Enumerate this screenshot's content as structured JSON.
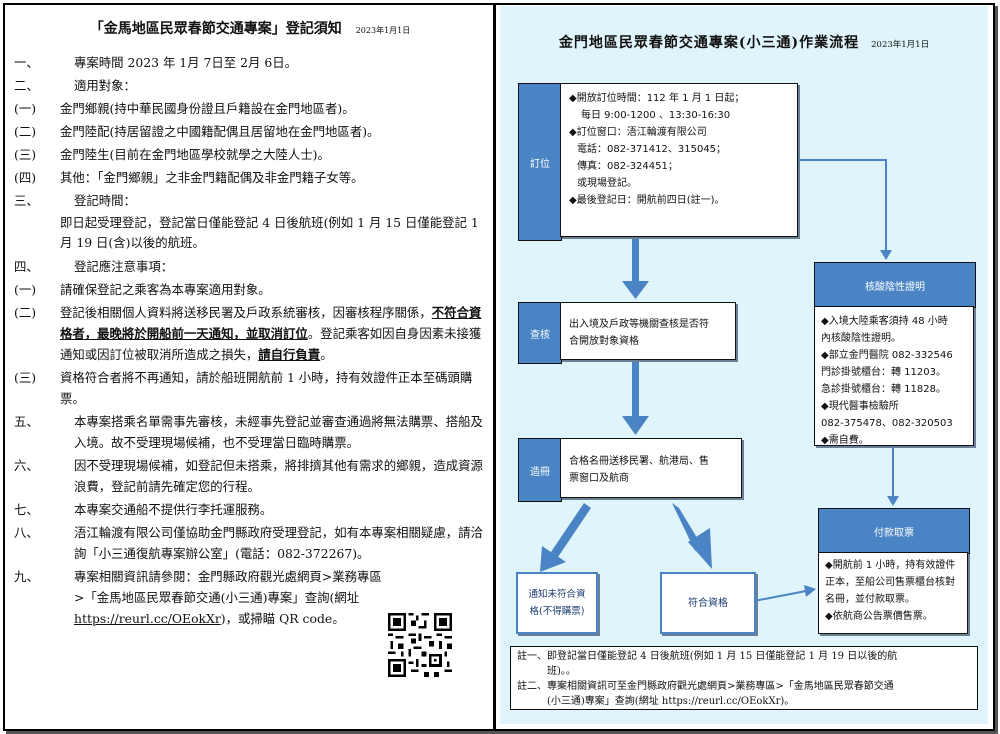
{
  "left": {
    "title": "「金馬地區民眾春節交通專案」登記須知",
    "date": "2023年1月1日",
    "s1": {
      "num": "一、",
      "text": "專案時間 2023 年 1月 7日至 2月 6日。"
    },
    "s2": {
      "num": "二、",
      "text": "適用對象："
    },
    "s2a": {
      "num": "(一)",
      "text": "金門鄉親(持中華民國身份證且戶籍設在金門地區者)。"
    },
    "s2b": {
      "num": "(二)",
      "text": "金門陸配(持居留證之中國籍配偶且居留地在金門地區者)。"
    },
    "s2c": {
      "num": "(三)",
      "text": "金門陸生(目前在金門地區學校就學之大陸人士)。"
    },
    "s2d": {
      "num": "(四)",
      "text": "其他：「金門鄉親」之非金門籍配偶及非金門籍子女等。"
    },
    "s3": {
      "num": "三、",
      "text": "登記時間："
    },
    "s3body": "即日起受理登記，登記當日僅能登記 4 日後航班(例如 1 月 15 日僅能登記 1 月 19 日(含)以後的航班。",
    "s4": {
      "num": "四、",
      "text": "登記應注意事項："
    },
    "s4a": {
      "num": "(一)",
      "text": "請確保登記之乘客為本專案適用對象。"
    },
    "s4b": {
      "num": "(二)",
      "t1": "登記後相關個人資料將送移民署及戶政系統審核，因審核程序關係，",
      "t2": "不符合資格者，最晚將於開船前一天通知，並取消訂位",
      "t3": "。登記乘客如因自身因素未接獲通知或因訂位被取消所造成之損失，",
      "t4": "請自行負責",
      "t5": "。"
    },
    "s4c": {
      "num": "(三)",
      "text": "資格符合者將不再通知，請於船班開航前 1 小時，持有效證件正本至碼頭購票。"
    },
    "s5": {
      "num": "五、",
      "text": "本專案搭乘名單需事先審核，未經事先登記並審查通過將無法購票、搭船及入境。故不受理現場候補，也不受理當日臨時購票。"
    },
    "s6": {
      "num": "六、",
      "text": "因不受理現場候補，如登記但未搭乘，將排擠其他有需求的鄉親，造成資源浪費，登記前請先確定您的行程。"
    },
    "s7": {
      "num": "七、",
      "text": "本專案交通船不提供行李托運服務。"
    },
    "s8": {
      "num": "八、",
      "text": "浯江輪渡有限公司僅協助金門縣政府受理登記，如有本專案相關疑慮，請洽詢「小三通復航專案辦公室」(電話：082-372267)。"
    },
    "s9": {
      "num": "九、",
      "t1": "專案相關資訊請參閱：金門縣政府觀光處網頁>業務專區>「金馬地區民眾春節交通(小三通)專案」查詢(網址 ",
      "url": "https://reurl.cc/OEokXr",
      "t2": ")，或掃瞄 QR code。"
    }
  },
  "right": {
    "title": "金門地區民眾春節交通專案(小三通)作業流程",
    "date": "2023年1月1日",
    "booking": {
      "label": "訂位",
      "lines": [
        "◆開放訂位時間：112 年 1 月 1 日起；",
        "每日 9:00-1200 、13:30-16:30",
        "◆訂位窗口：浯江輪渡有限公司",
        "電話：082-371412、315045；",
        "傳真：082-324451；",
        "或現場登記。",
        "◆最後登記日：開航前四日(註一)。"
      ]
    },
    "check": {
      "label": "查核",
      "lines": [
        "出入境及戶政等機關查核是否符",
        "合開放對象資格"
      ]
    },
    "list": {
      "label": "造冊",
      "lines": [
        "合格名冊送移民署、航港局、售",
        "票窗口及航商"
      ]
    },
    "notok": {
      "label": [
        "通知未符合資",
        "格(不得購票)"
      ]
    },
    "ok": {
      "label": "符合資格"
    },
    "test": {
      "label": "核酸陰性證明",
      "lines": [
        "◆入境大陸乘客須持 48 小時",
        "內核酸陰性證明。",
        "◆部立金門醫院 082-332546",
        "門診掛號櫃台：轉 11203。",
        "急診掛號櫃台：轉 11828。",
        "◆現代醫事檢驗所",
        "082-375478、082-320503",
        "◆需自費。"
      ]
    },
    "ticket": {
      "label": "付款取票",
      "lines": [
        "◆開航前 1 小時，持有效證件",
        "正本，至船公司售票櫃台核對",
        "名冊，並付款取票。",
        "◆依航商公告票價售票。"
      ]
    },
    "notes": [
      "註一、即登記當日僅能登記 4 日後航班(例如 1 月 15 日僅能登記 1 月 19 日以後的航",
      "班)。。",
      "註二、專案相關資訊可至金門縣政府觀光處網頁>業務專區>「金馬地區民眾春節交通",
      "(小三通)專案」查詢(網址 https://reurl.cc/OEokXr)。"
    ]
  },
  "colors": {
    "label_bg": "#4a84c4",
    "panel_bg": "#dff4fb",
    "arrow": "#4a84c4"
  }
}
